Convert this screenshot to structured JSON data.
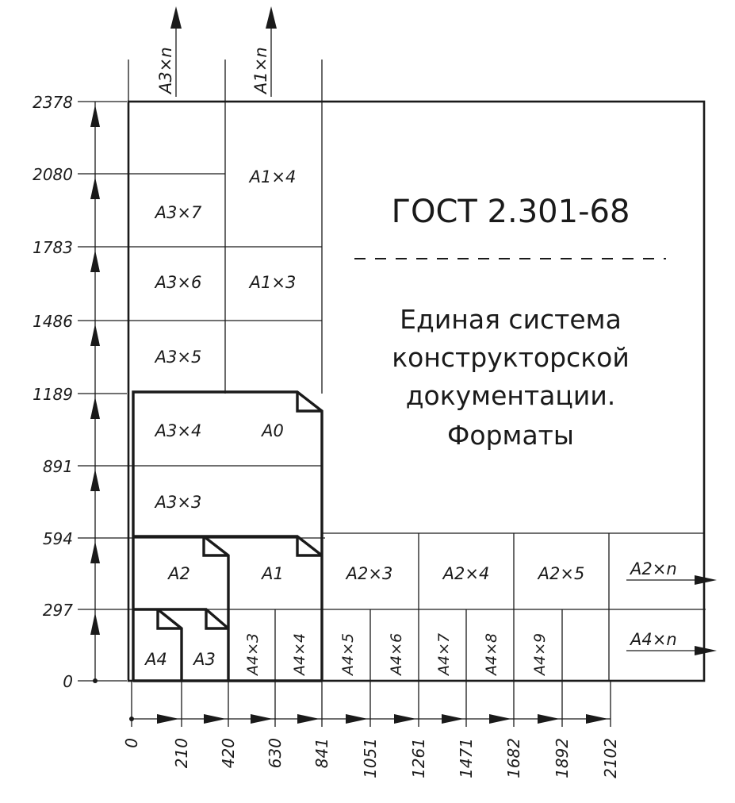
{
  "description": {
    "title": "ГОСТ 2.301-68",
    "line1": "Единая система",
    "line2": "конструкторской",
    "line3": "документации.",
    "line4": "Форматы"
  },
  "y_axis": {
    "ticks": [
      "0",
      "297",
      "594",
      "891",
      "1189",
      "1486",
      "1783",
      "2080",
      "2378"
    ]
  },
  "x_axis": {
    "ticks": [
      "0",
      "210",
      "420",
      "630",
      "841",
      "1051",
      "1261",
      "1471",
      "1682",
      "1892",
      "2102"
    ]
  },
  "arrow_labels": {
    "a3n": "A3×n",
    "a1n": "A1×n",
    "a2n": "A2×n",
    "a4n": "A4×n"
  },
  "formats": {
    "a3x7": "A3×7",
    "a3x6": "A3×6",
    "a3x5": "A3×5",
    "a3x4": "A3×4",
    "a3x3": "A3×3",
    "a1x4": "A1×4",
    "a1x3": "A1×3",
    "a0": "A0",
    "a2": "A2",
    "a1": "A1",
    "a4": "A4",
    "a3": "A3",
    "a2x3": "A2×3",
    "a2x4": "A2×4",
    "a2x5": "A2×5",
    "a4x3": "A4×3",
    "a4x4": "A4×4",
    "a4x5": "A4×5",
    "a4x6": "A4×6",
    "a4x7": "A4×7",
    "a4x8": "A4×8",
    "a4x9": "A4×9"
  }
}
